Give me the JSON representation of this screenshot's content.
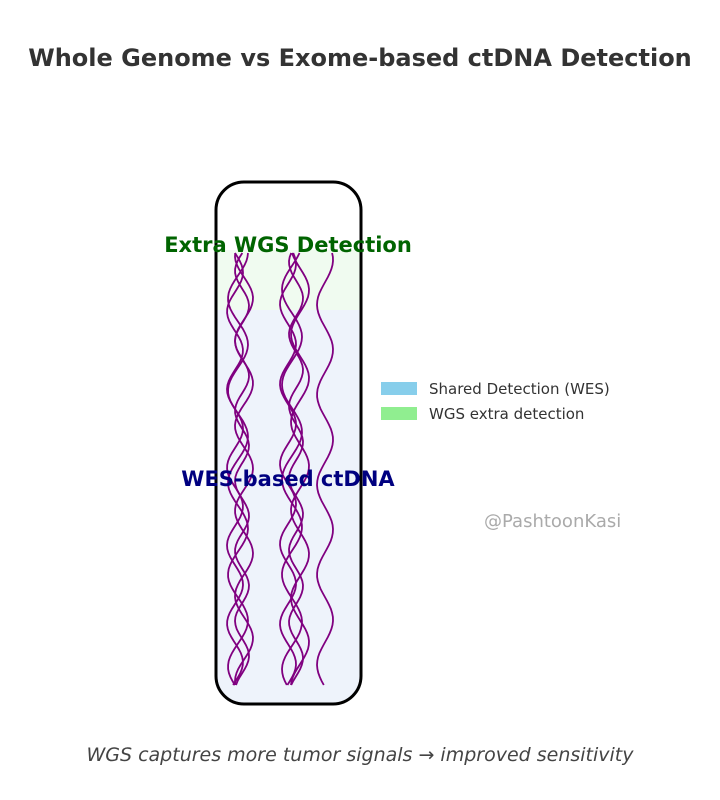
{
  "title": "Whole Genome vs Exome-based ctDNA Detection",
  "caption": "WGS captures more tumor signals → improved sensitivity",
  "watermark": "@PashtoonKasi",
  "tube": {
    "top_label": "Extra WGS Detection",
    "bottom_label": "WES-based ctDNA"
  },
  "legend": [
    {
      "label": "Shared Detection (WES)",
      "color": "#87ceeb"
    },
    {
      "label": "WGS extra detection",
      "color": "#90ee90"
    }
  ],
  "colors": {
    "top_label": "#006400",
    "bottom_label": "#000080",
    "strands": "#800080",
    "wes_zone": "#eef3fb",
    "wgs_zone": "#f0fbf0",
    "title": "#333333"
  }
}
